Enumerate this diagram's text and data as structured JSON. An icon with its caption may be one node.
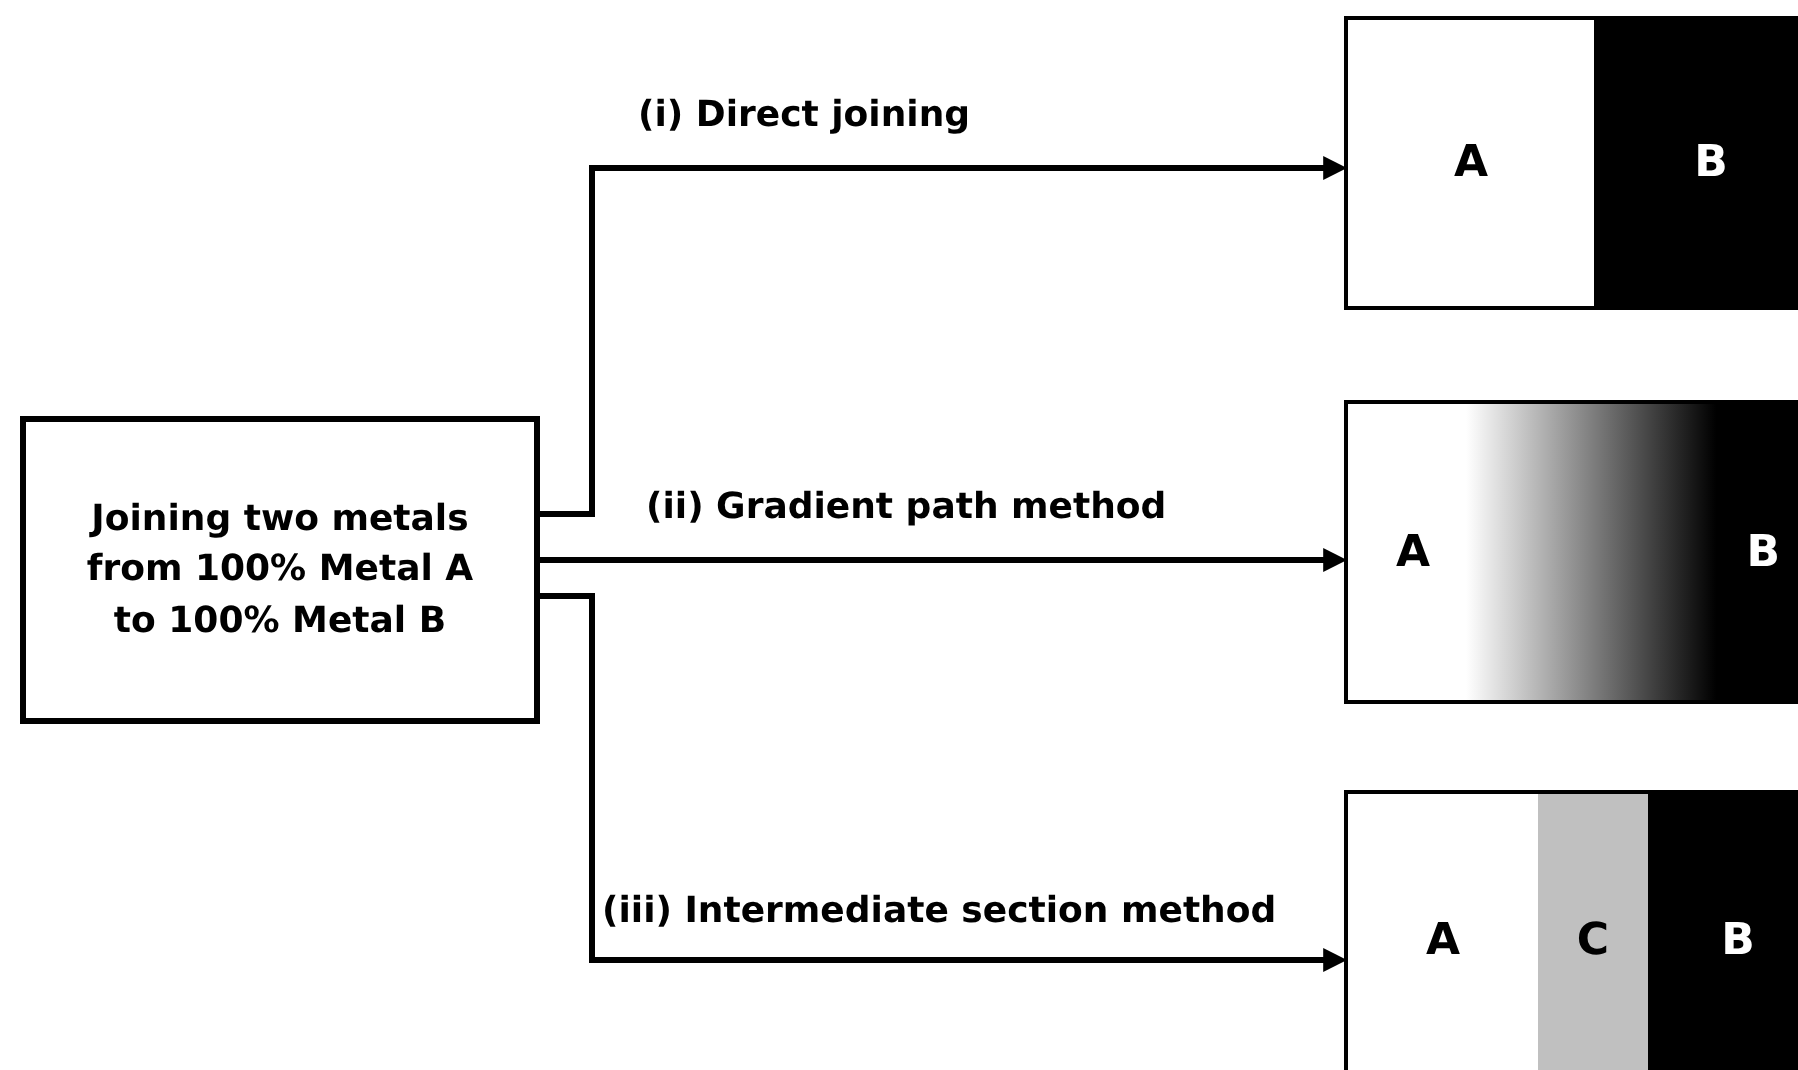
{
  "diagram": {
    "nodes": [
      {
        "text": [
          "Joining two metals from 100% Metal A to 100% Metal B"
        ]
      },
      {
        "text": [],
        "shape": "bar"
      },
      {
        "text": [
          "A"
        ],
        "in": 1
      },
      {
        "text": [
          "B"
        ],
        "in": 1
      },
      {
        "text": [
          "A",
          "B"
        ]
      },
      {
        "text": [],
        "shape": "bar"
      },
      {
        "text": [
          "A"
        ],
        "in": 5
      },
      {
        "text": [
          "C"
        ],
        "in": 5
      },
      {
        "text": [
          "B"
        ],
        "in": 5
      }
    ],
    "edges": [
      {
        "from": 0,
        "to": 1,
        "arrow": "to",
        "label": "(i) Direct joining"
      },
      {
        "from": 0,
        "to": 4,
        "arrow": "to",
        "label": "(ii) Gradient path method"
      },
      {
        "from": 0,
        "to": 5,
        "arrow": "to",
        "label": "(iii) Intermediate section method"
      }
    ]
  }
}
